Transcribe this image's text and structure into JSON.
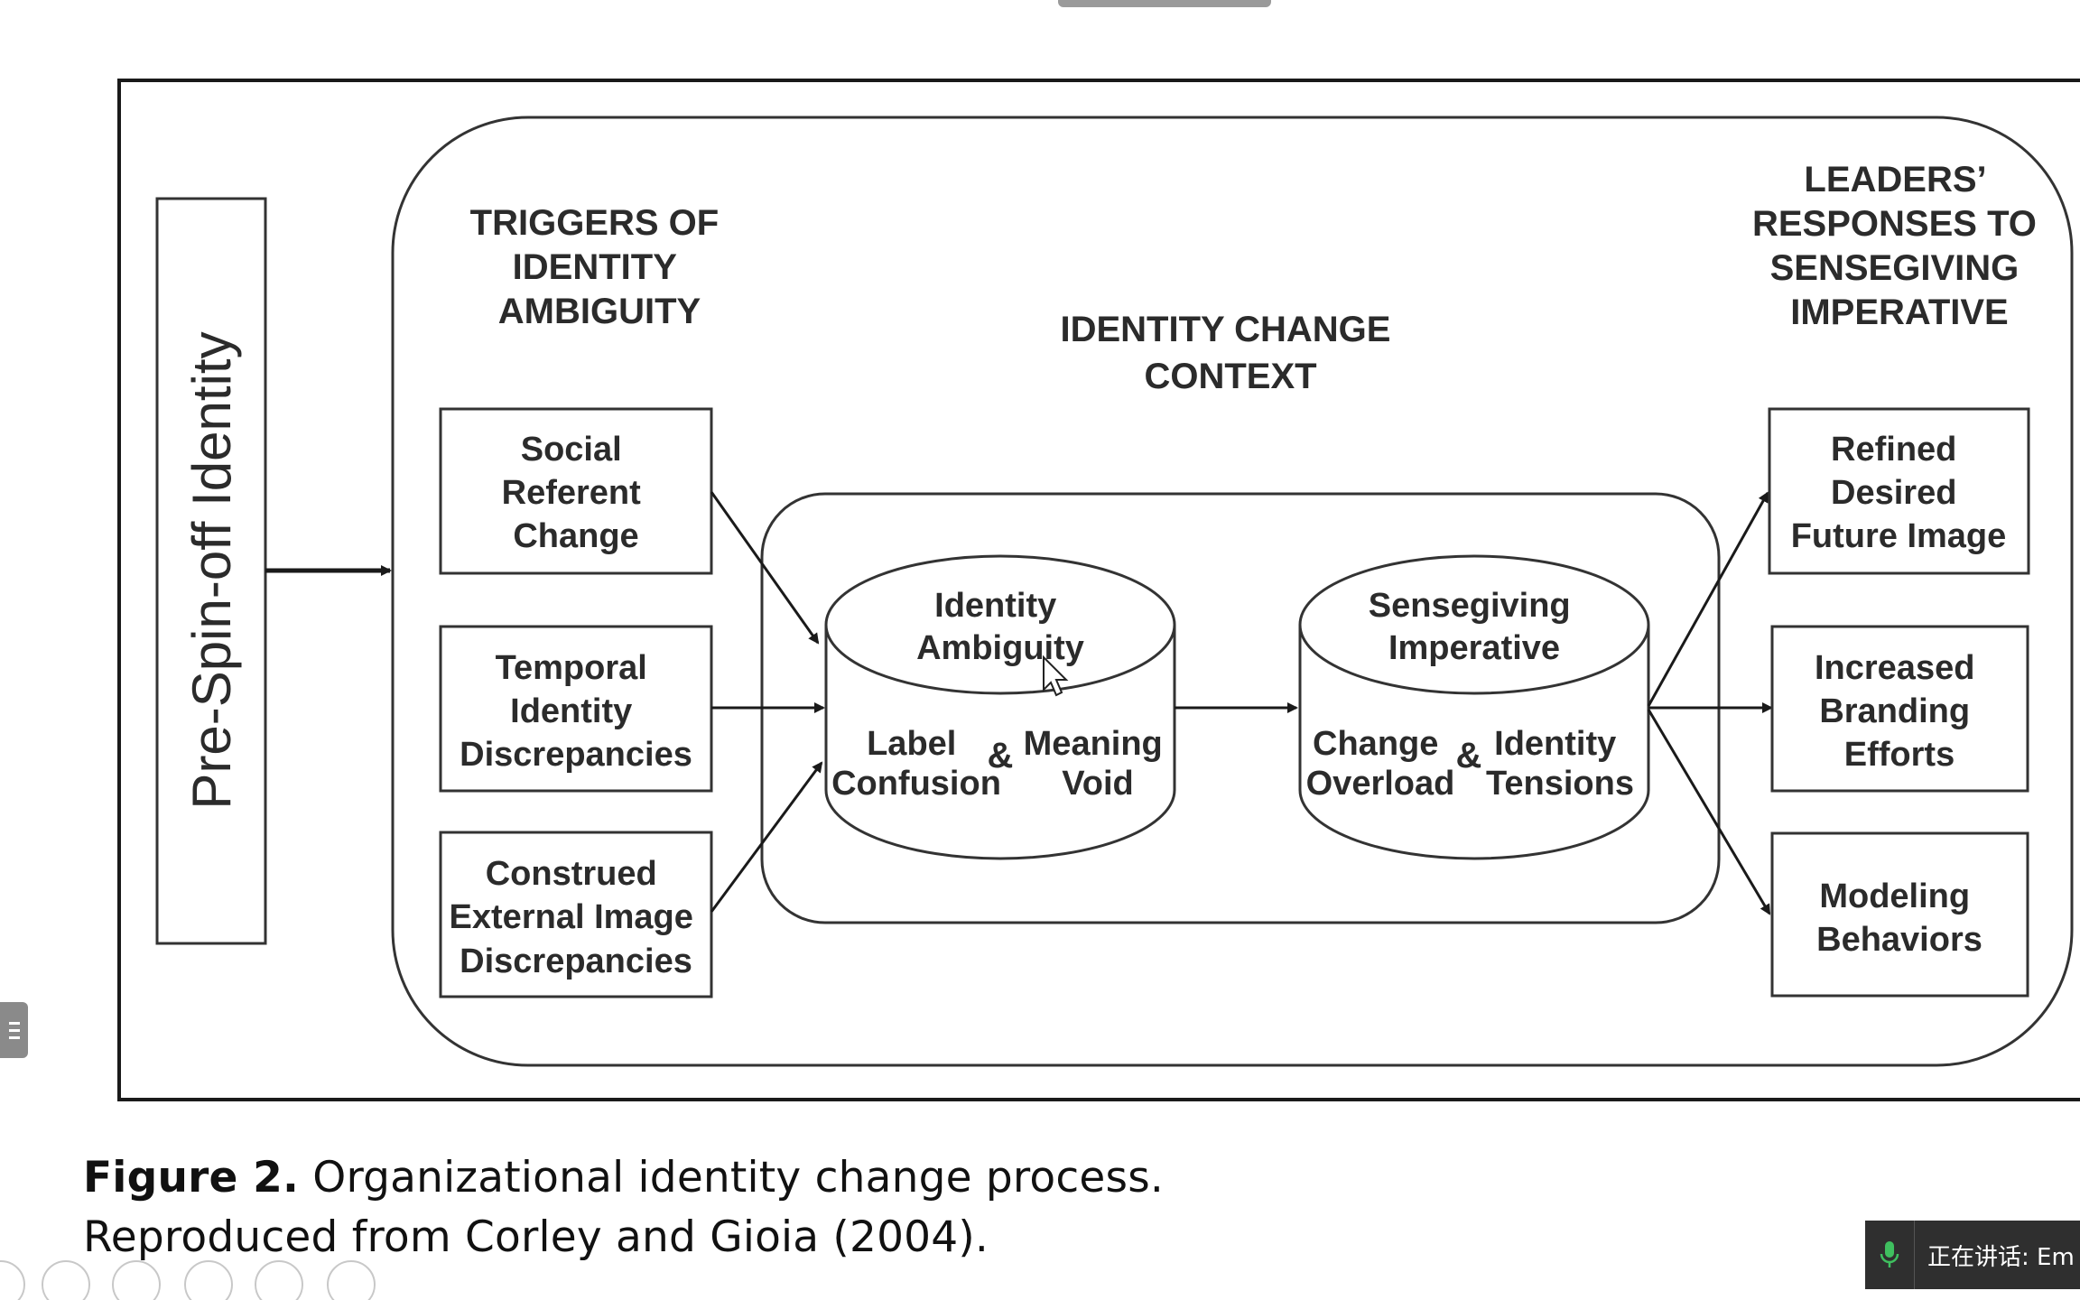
{
  "diagram": {
    "pre_spinoff": "Pre-Spin-off Identity",
    "triggers_heading": [
      "TRIGGERS OF",
      "IDENTITY",
      "AMBIGUITY"
    ],
    "context_heading": [
      "IDENTITY CHANGE",
      "CONTEXT"
    ],
    "responses_heading": [
      "LEADERS’",
      "RESPONSES TO",
      "SENSEGIVING",
      "IMPERATIVE"
    ],
    "triggers": [
      [
        "Social",
        "Referent",
        "Change"
      ],
      [
        "Temporal",
        "Identity",
        "Discrepancies"
      ],
      [
        "Construed",
        "External Image",
        "Discrepancies"
      ]
    ],
    "ambiguity": {
      "top": [
        "Identity",
        "Ambiguity"
      ],
      "left": [
        "Label",
        "Confusion"
      ],
      "amp": "&",
      "right": [
        "Meaning",
        "Void"
      ]
    },
    "imperative": {
      "top": [
        "Sensegiving",
        "Imperative"
      ],
      "left": [
        "Change",
        "Overload"
      ],
      "amp": "&",
      "right": [
        "Identity",
        "Tensions"
      ]
    },
    "responses": [
      [
        "Refined",
        "Desired",
        "Future Image"
      ],
      [
        "Increased",
        "Branding",
        "Efforts"
      ],
      [
        "Modeling",
        "Behaviors"
      ]
    ]
  },
  "caption": {
    "label": "Figure 2.",
    "line1": "Organizational identity change process.",
    "line2": "Reproduced from Corley and Gioia (2004)."
  },
  "overlay": {
    "speaking": "正在讲话: Em",
    "speaking_icon": "microphone-icon"
  }
}
